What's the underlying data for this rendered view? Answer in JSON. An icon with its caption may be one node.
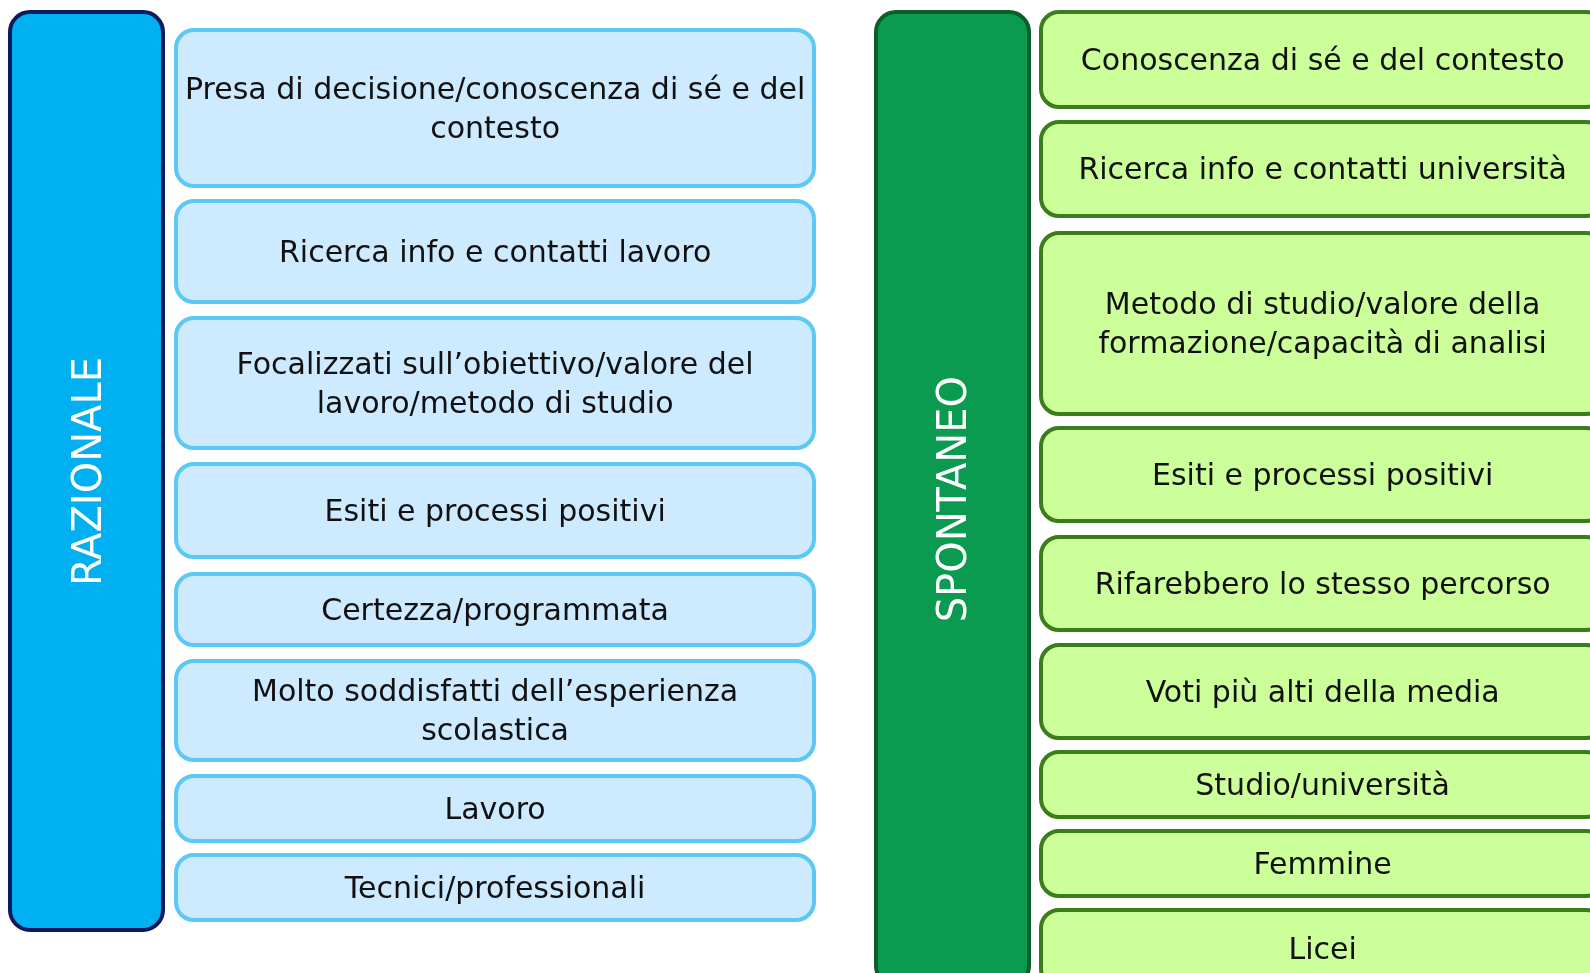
{
  "diagram": {
    "nodes": [
      {
        "text": [
          "RAZIONALE"
        ]
      },
      {
        "text": [
          "Presa di decisione/conoscenza di sé e del contesto"
        ]
      },
      {
        "text": [
          "Ricerca info e contatti lavoro"
        ]
      },
      {
        "text": [
          "Focalizzati sull’obiettivo/valore del lavoro/metodo di studio"
        ]
      },
      {
        "text": [
          "Esiti e processi positivi"
        ]
      },
      {
        "text": [
          "Certezza/programmata"
        ]
      },
      {
        "text": [
          "Molto soddisfatti dell’esperienza scolastica"
        ]
      },
      {
        "text": [
          "Lavoro"
        ]
      },
      {
        "text": [
          "Tecnici/professionali"
        ]
      },
      {
        "text": [
          "SPONTANEO"
        ]
      },
      {
        "text": [
          "Conoscenza di sé e del contesto"
        ]
      },
      {
        "text": [
          "Ricerca info e contatti università"
        ]
      },
      {
        "text": [
          "Metodo di studio/valore della formazione/capacità di analisi"
        ]
      },
      {
        "text": [
          "Esiti e processi positivi"
        ]
      },
      {
        "text": [
          "Rifarebbero lo stesso percorso"
        ]
      },
      {
        "text": [
          "Voti più alti della media"
        ]
      },
      {
        "text": [
          "Studio/università"
        ]
      },
      {
        "text": [
          "Femmine"
        ]
      },
      {
        "text": [
          "Licei"
        ]
      }
    ]
  }
}
